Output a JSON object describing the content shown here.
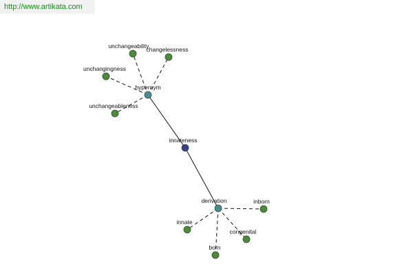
{
  "watermark": "http://www.artikata.com",
  "colors": {
    "center": "#3b3f8c",
    "relation": "#4a8a93",
    "leaf": "#4f8a3c",
    "edge": "#111111"
  },
  "graph": {
    "center": {
      "id": "innateness",
      "label": "innateness"
    },
    "relations": [
      {
        "id": "hypernym",
        "label": "hypernym"
      },
      {
        "id": "derivation",
        "label": "derivation"
      }
    ],
    "leaves": [
      {
        "id": "unchangeability",
        "label": "unchangeability",
        "parent": "hypernym"
      },
      {
        "id": "changelessness",
        "label": "changelessness",
        "parent": "hypernym"
      },
      {
        "id": "unchangingness",
        "label": "unchangingness",
        "parent": "hypernym"
      },
      {
        "id": "unchangeableness",
        "label": "unchangeableness",
        "parent": "hypernym"
      },
      {
        "id": "inborn",
        "label": "inborn",
        "parent": "derivation"
      },
      {
        "id": "innate",
        "label": "innate",
        "parent": "derivation"
      },
      {
        "id": "congenital",
        "label": "congenital",
        "parent": "derivation"
      },
      {
        "id": "born",
        "label": "born",
        "parent": "derivation"
      }
    ]
  }
}
